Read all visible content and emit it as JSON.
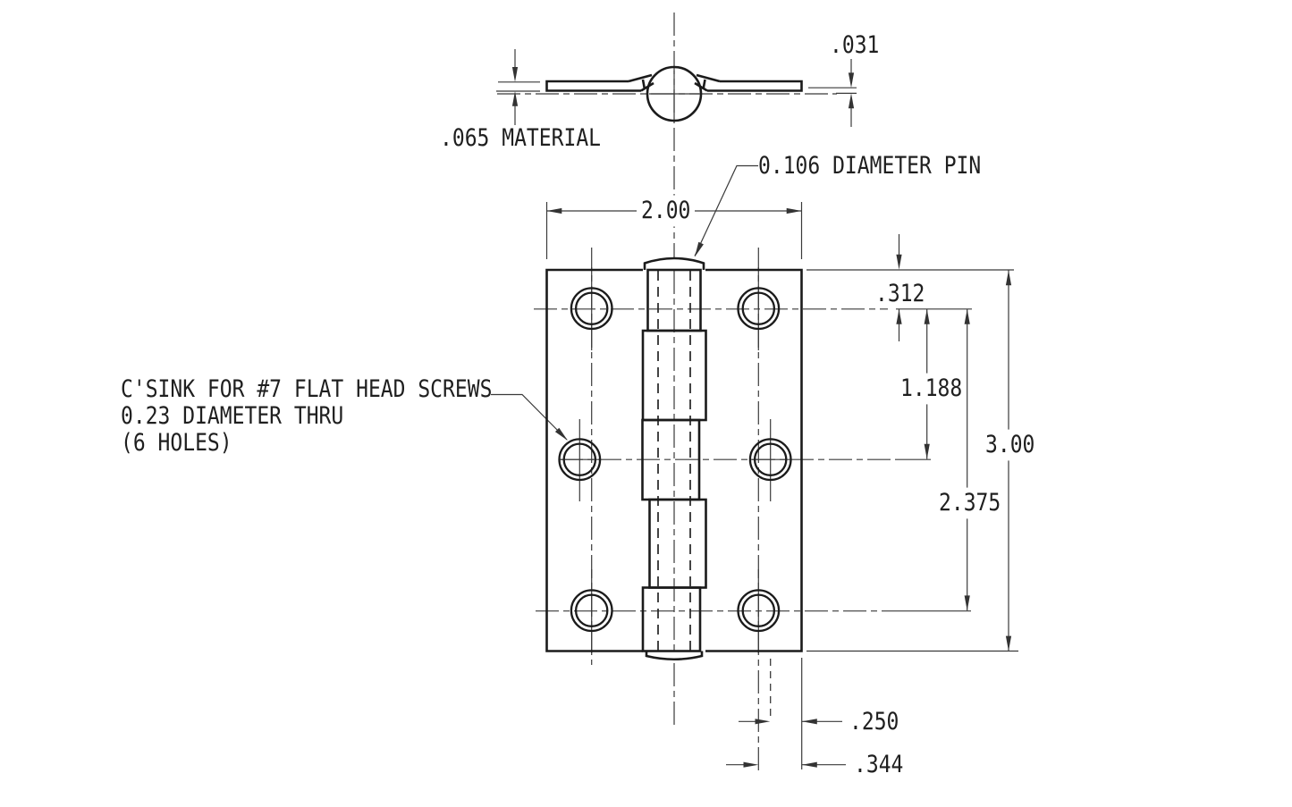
{
  "page": {
    "background": "#ffffff",
    "line_color": "#1b1b1b"
  },
  "top_view": {
    "material_note": ".065 MATERIAL",
    "pin_offset_dim": ".031"
  },
  "front_view": {
    "width_dim": "2.00",
    "pin_note": "0.106 DIAMETER PIN",
    "countersink_note": {
      "line1": "C'SINK FOR #7 FLAT HEAD SCREWS",
      "line2": "0.23 DIAMETER THRU",
      "line3": "(6 HOLES)"
    },
    "top_hole_offset_dim": ".312",
    "middle_hole_dim": "1.188",
    "leaf_height_dim": "3.00",
    "bottom_hole_dim": "2.375",
    "middle_hole_edge_dim": ".250",
    "corner_hole_edge_dim": ".344"
  }
}
